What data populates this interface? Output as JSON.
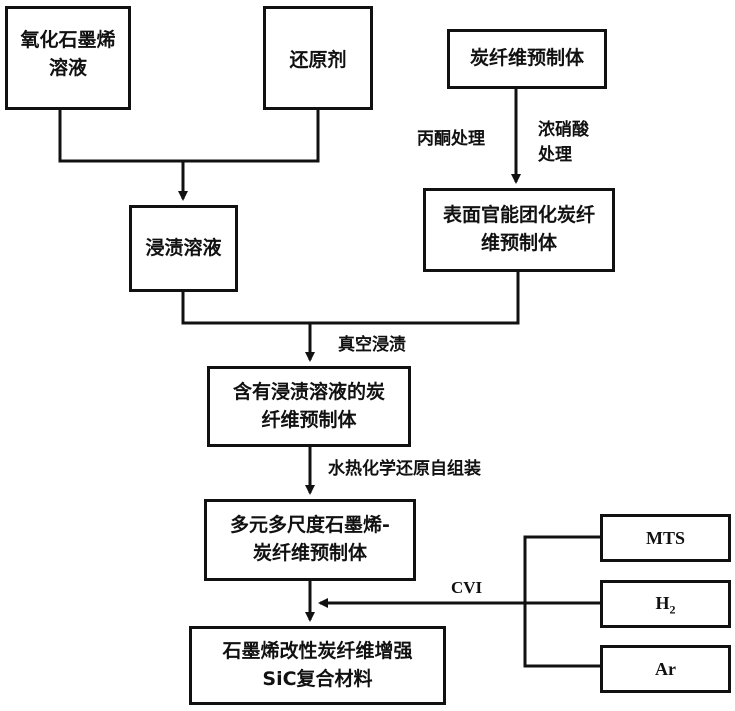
{
  "boxes": {
    "graphene_oxide": "氧化石墨烯\n溶液",
    "reducing_agent": "还原剂",
    "carbon_preform": "炭纤维预制体",
    "impregnation_solution": "浸渍溶液",
    "functionalized_preform": "表面官能团化炭纤\n维预制体",
    "impregnated_preform": "含有浸渍溶液的炭\n纤维预制体",
    "multiscale_preform": "多元多尺度石墨烯-\n炭纤维预制体",
    "final_composite": "石墨烯改性炭纤维增强\nSiC复合材料",
    "mts": "MTS",
    "h2": "H",
    "h2_sub": "2",
    "ar": "Ar"
  },
  "labels": {
    "acetone": "丙酮处理",
    "nitric_acid": "浓硝酸\n处理",
    "vacuum": "真空浸渍",
    "hydrothermal": "水热化学还原自组装",
    "cvi": "CVI"
  }
}
